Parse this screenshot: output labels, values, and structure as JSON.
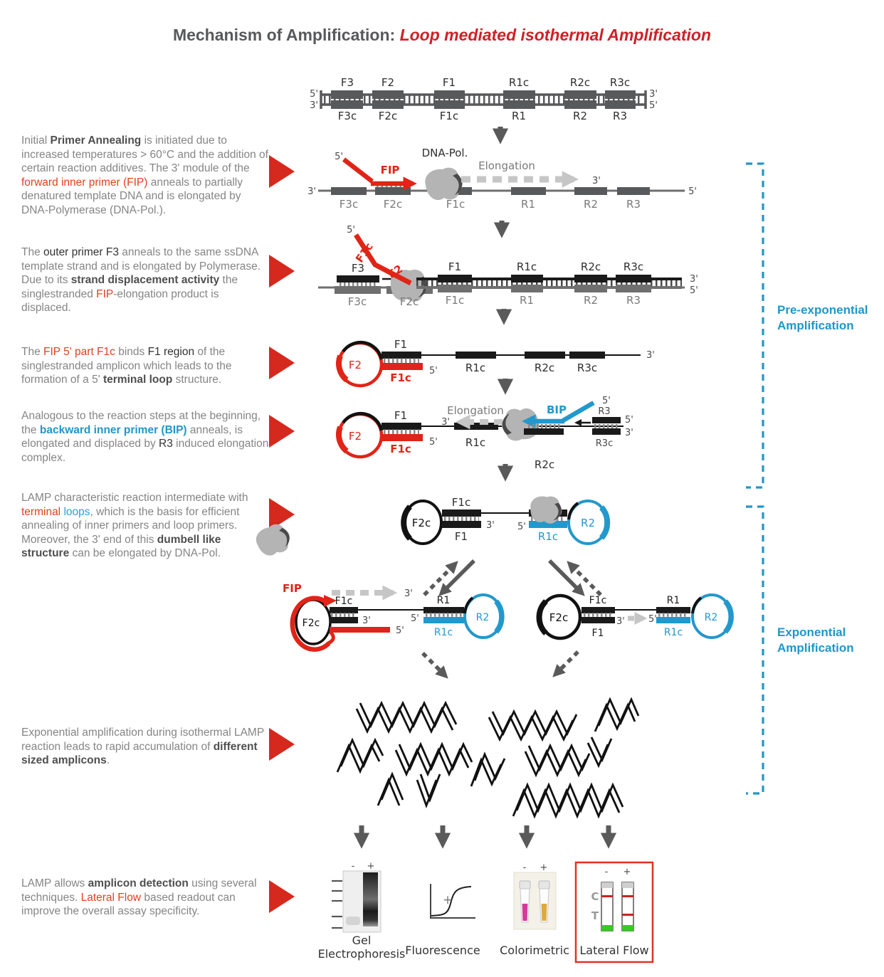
{
  "header": {
    "part1": "Mechanism of Amplification: ",
    "part2": "Loop mediated isothermal Amplification"
  },
  "paragraphs": {
    "p1": [
      {
        "t": "Initial "
      },
      {
        "t": "Primer Annealing",
        "c": "b"
      },
      {
        "t": " is initiated due to increased temperatures > 60°C and the addition of certain reaction additives. The 3' module of the "
      },
      {
        "t": "forward inner primer (FIP)",
        "c": "r"
      },
      {
        "t": " anneals to partially denatured template DNA and is elongated by DNA-Polymerase (DNA-Pol.)."
      }
    ],
    "p2": [
      {
        "t": "The "
      },
      {
        "t": "outer primer F3",
        "c": "d"
      },
      {
        "t": " anneals to the same ssDNA template strand and is elongated by Polymerase. Due to its "
      },
      {
        "t": "strand displacement activity",
        "c": "b"
      },
      {
        "t": " the singlestranded "
      },
      {
        "t": "FIP",
        "c": "r"
      },
      {
        "t": "-elongation product is displaced."
      }
    ],
    "p3": [
      {
        "t": "The "
      },
      {
        "t": "FIP 5' part F1c",
        "c": "r"
      },
      {
        "t": " binds "
      },
      {
        "t": "F1 region",
        "c": "d"
      },
      {
        "t": " of the singlestranded amplicon which leads to the formation of a 5' "
      },
      {
        "t": "terminal loop",
        "c": "b"
      },
      {
        "t": " structure."
      }
    ],
    "p4": [
      {
        "t": "Analogous to the reaction steps at the beginning, the "
      },
      {
        "t": "backward inner primer (BIP)",
        "c": "bb"
      },
      {
        "t": " anneals, is elongated and displaced by "
      },
      {
        "t": "R3",
        "c": "d"
      },
      {
        "t": " induced elongation complex."
      }
    ],
    "p5": [
      {
        "t": "LAMP characteristic reaction intermediate with "
      },
      {
        "t": "terminal",
        "c": "rp"
      },
      {
        "t": " "
      },
      {
        "t": "loops",
        "c": "bp"
      },
      {
        "t": ", which is the basis for efficient annealing of inner primers and loop primers. Moreover, the 3'  end of this "
      },
      {
        "t": "dumbell like structure",
        "c": "b"
      },
      {
        "t": " can be elongated by DNA-Pol."
      }
    ],
    "p6": [
      {
        "t": "Exponential amplification during isothermal LAMP reaction leads to rapid accumulation of "
      },
      {
        "t": "different sized amplicons",
        "c": "b"
      },
      {
        "t": "."
      }
    ],
    "p7": [
      {
        "t": "LAMP allows "
      },
      {
        "t": "amplicon detection",
        "c": "b"
      },
      {
        "t": " using several techniques. "
      },
      {
        "t": "Lateral Flow",
        "c": "r"
      },
      {
        "t": " based readout can improve the overall assay specificity."
      }
    ]
  },
  "brackets": {
    "pre_line1": "Pre-exponential",
    "pre_line2": "Amplification",
    "exp_line1": "Exponential",
    "exp_line2": "Amplification"
  },
  "L": {
    "f3": "F3",
    "f2": "F2",
    "f1": "F1",
    "r1c": "R1c",
    "r2c": "R2c",
    "r3c": "R3c",
    "f3c": "F3c",
    "f2c": "F2c",
    "f1c": "F1c",
    "r1": "R1",
    "r2": "R2",
    "r3": "R3",
    "p5": "5'",
    "p3": "3'",
    "fip": "FIP",
    "bip": "BIP",
    "dnapol": "DNA-Pol.",
    "elongation": "Elongation",
    "minus": "-",
    "plus": "+",
    "C": "C",
    "T": "T"
  },
  "detection": {
    "gel_line1": "Gel",
    "gel_line2": "Electrophoresis",
    "fluorescence": "Fluorescence",
    "colorimetric": "Colorimetric",
    "lateral_flow": "Lateral Flow"
  },
  "colors": {
    "accent_red": "#d5291d",
    "accent_blue": "#2398cc",
    "strand_gray": "#58595b",
    "title_red": "#cd2127"
  }
}
